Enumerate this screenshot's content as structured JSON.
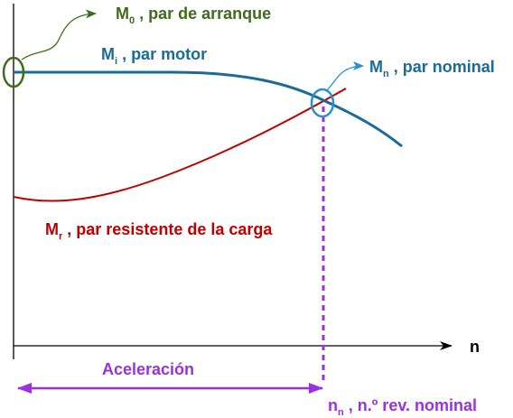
{
  "axes": {
    "x_label": "n"
  },
  "labels": {
    "m0": {
      "main": "M",
      "sub": "0",
      "rest": " , par de arranque"
    },
    "mi": {
      "main": "M",
      "sub": "i",
      "rest": " , par motor"
    },
    "mn": {
      "main": "M",
      "sub": "n",
      "rest": " , par nominal"
    },
    "mr": {
      "main": "M",
      "sub": "r",
      "rest": " , par resistente de la carga"
    },
    "nn": {
      "main": "n",
      "sub": "n",
      "rest": " , n.º rev. nominal"
    },
    "acceleration": "Aceleración"
  },
  "colors": {
    "motor_curve": "#1a6c96",
    "load_curve": "#c00000",
    "start_marker": "#3f6c1c",
    "start_label": "#3f6c1c",
    "nominal_marker": "#2a8fd0",
    "nominal_label": "#1a6c96",
    "speed_line": "#9b30e0",
    "axis": "#000000"
  }
}
